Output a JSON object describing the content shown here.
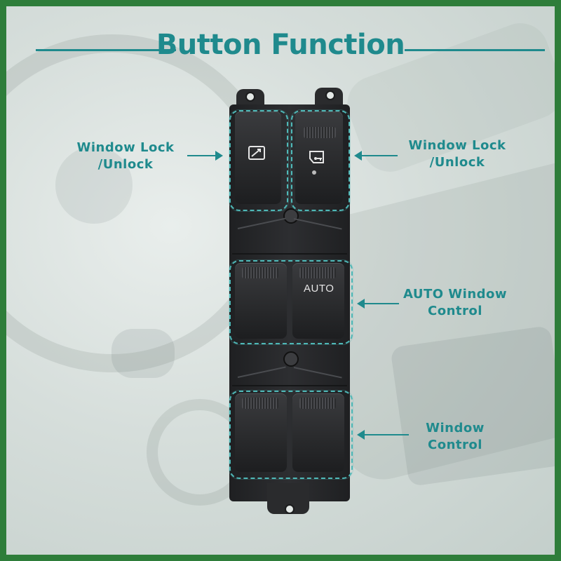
{
  "header": {
    "title": "Button Function"
  },
  "callouts": {
    "left_lock": {
      "line1": "Window Lock",
      "line2": "/Unlock"
    },
    "right_lock": {
      "line1": "Window Lock",
      "line2": "/Unlock"
    },
    "auto_window": {
      "line1": "AUTO Window",
      "line2": "Control"
    },
    "window": {
      "line1": "Window",
      "line2": "Control"
    }
  },
  "switch": {
    "auto_label": "AUTO",
    "left_lock_icon": "window-lock-icon",
    "right_lock_icon": "door-lock-icon"
  },
  "colors": {
    "accent": "#1f8a8d",
    "border": "#2e7d3a",
    "highlight": "#4fb8b7"
  }
}
